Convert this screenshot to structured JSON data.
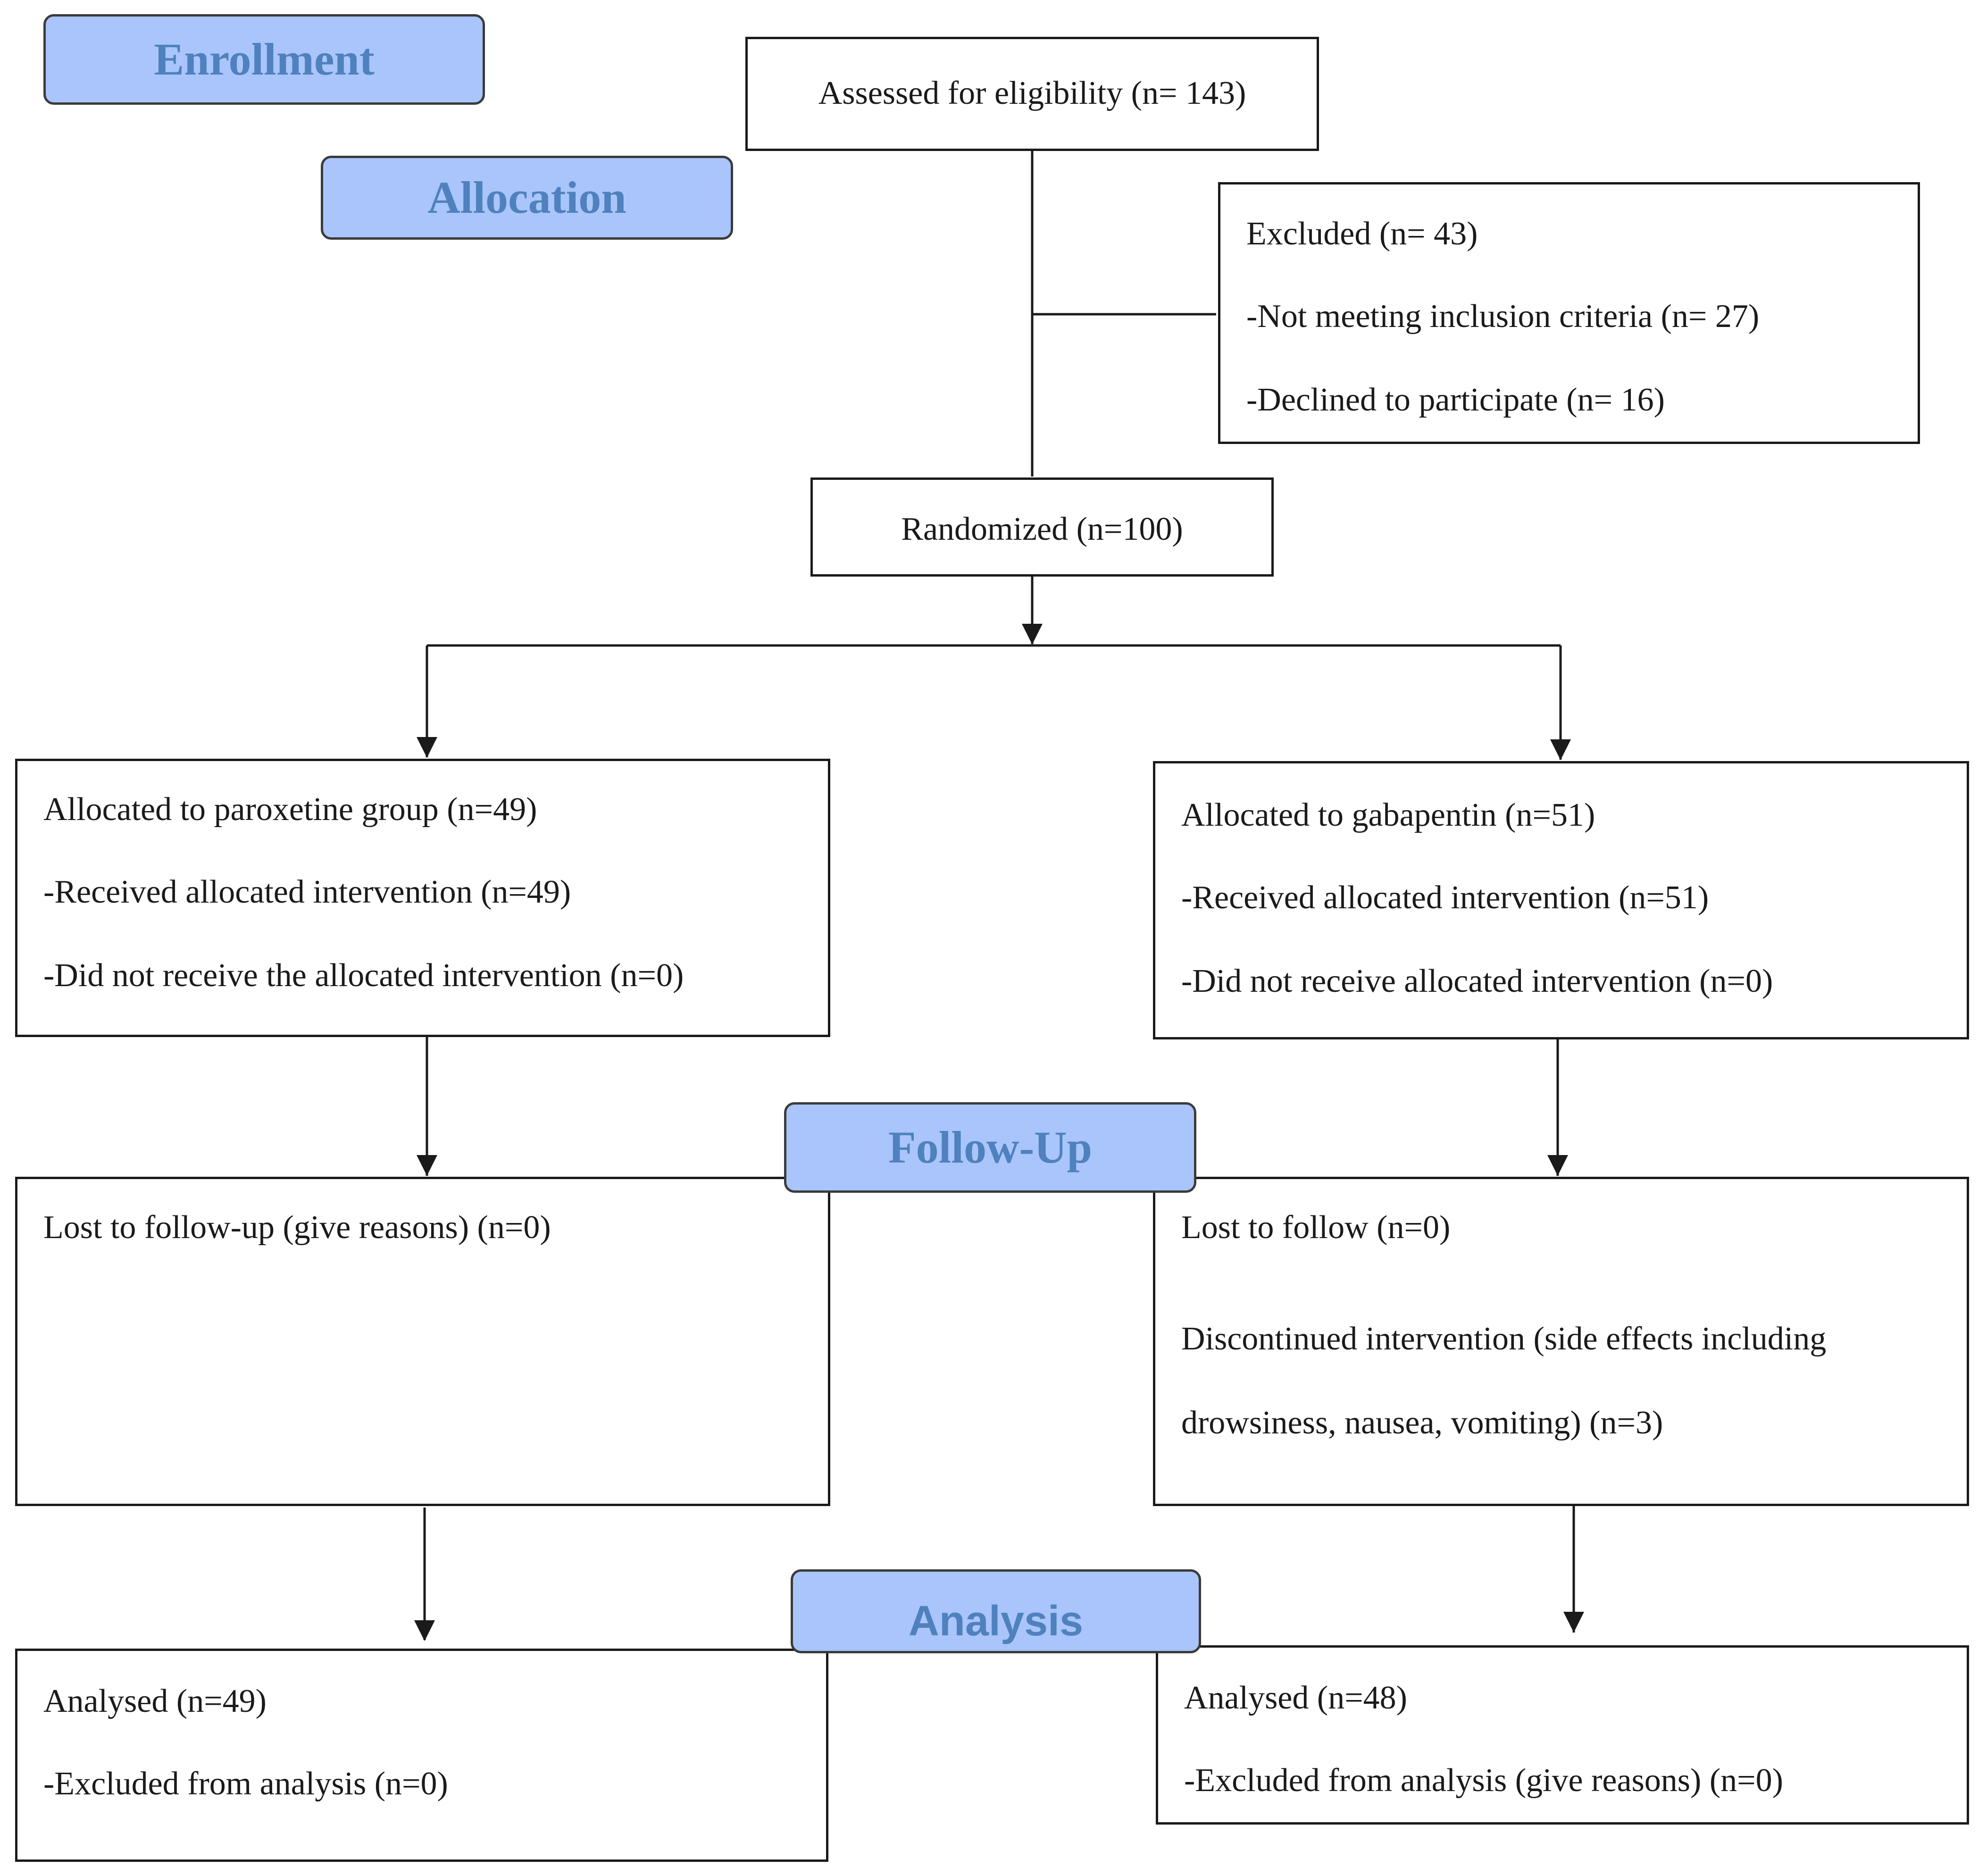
{
  "stage_labels": {
    "enrollment": "Enrollment",
    "allocation": "Allocation",
    "follow_up": "Follow-Up",
    "analysis": "Analysis"
  },
  "assessed": {
    "text": "Assessed for eligibility (n= 143)"
  },
  "excluded": {
    "title": "Excluded (n= 43)",
    "items": [
      "-Not meeting inclusion criteria (n= 27)",
      "-Declined to participate (n= 16)"
    ]
  },
  "randomized": {
    "text": "Randomized (n=100)"
  },
  "allocation": {
    "left": {
      "title": "Allocated to paroxetine group (n=49)",
      "items": [
        "-Received allocated intervention (n=49)",
        "-Did not receive the allocated intervention (n=0)"
      ]
    },
    "right": {
      "title": "Allocated to gabapentin (n=51)",
      "items": [
        "-Received allocated intervention (n=51)",
        "-Did not receive allocated intervention (n=0)"
      ]
    }
  },
  "follow_up": {
    "left": {
      "lines": [
        "Lost to follow-up (give reasons) (n=0)"
      ]
    },
    "right": {
      "lines": [
        "Lost to follow (n=0)",
        "Discontinued intervention (side effects including",
        "drowsiness, nausea, vomiting) (n=3)"
      ]
    }
  },
  "analysis": {
    "left": {
      "title": "Analysed (n=49)",
      "items": [
        "-Excluded from analysis (n=0)"
      ]
    },
    "right": {
      "title": "Analysed (n=48)",
      "items": [
        "-Excluded from analysis (give reasons) (n=0)"
      ]
    }
  },
  "colors": {
    "stage_fill": "#a9c5fb",
    "stage_text": "#4f81bd",
    "line": "#1a1a1a"
  }
}
